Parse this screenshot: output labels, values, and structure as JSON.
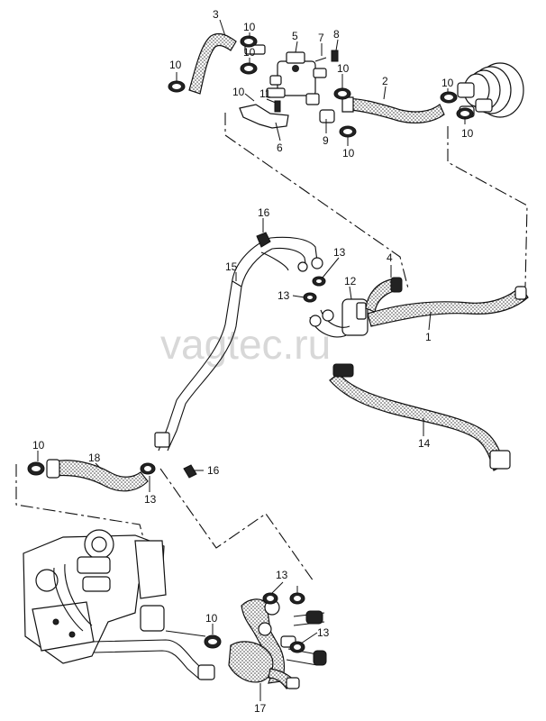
{
  "watermark": "vagtec.ru",
  "callouts": {
    "c1": "1",
    "c2": "2",
    "c3": "3",
    "c4": "4",
    "c5": "5",
    "c6": "6",
    "c7": "7",
    "c8": "8",
    "c9": "9",
    "c10a": "10",
    "c10b": "10",
    "c10c": "10",
    "c10d": "10",
    "c10e": "10",
    "c10f": "10",
    "c10g": "10",
    "c10h": "10",
    "c10i": "10",
    "c11": "11",
    "c12": "12",
    "c13a": "13",
    "c13b": "13",
    "c13c": "13",
    "c13d": "13",
    "c13e": "13",
    "c14": "14",
    "c15": "15",
    "c16a": "16",
    "c16b": "16",
    "c17": "17",
    "c18": "18"
  }
}
